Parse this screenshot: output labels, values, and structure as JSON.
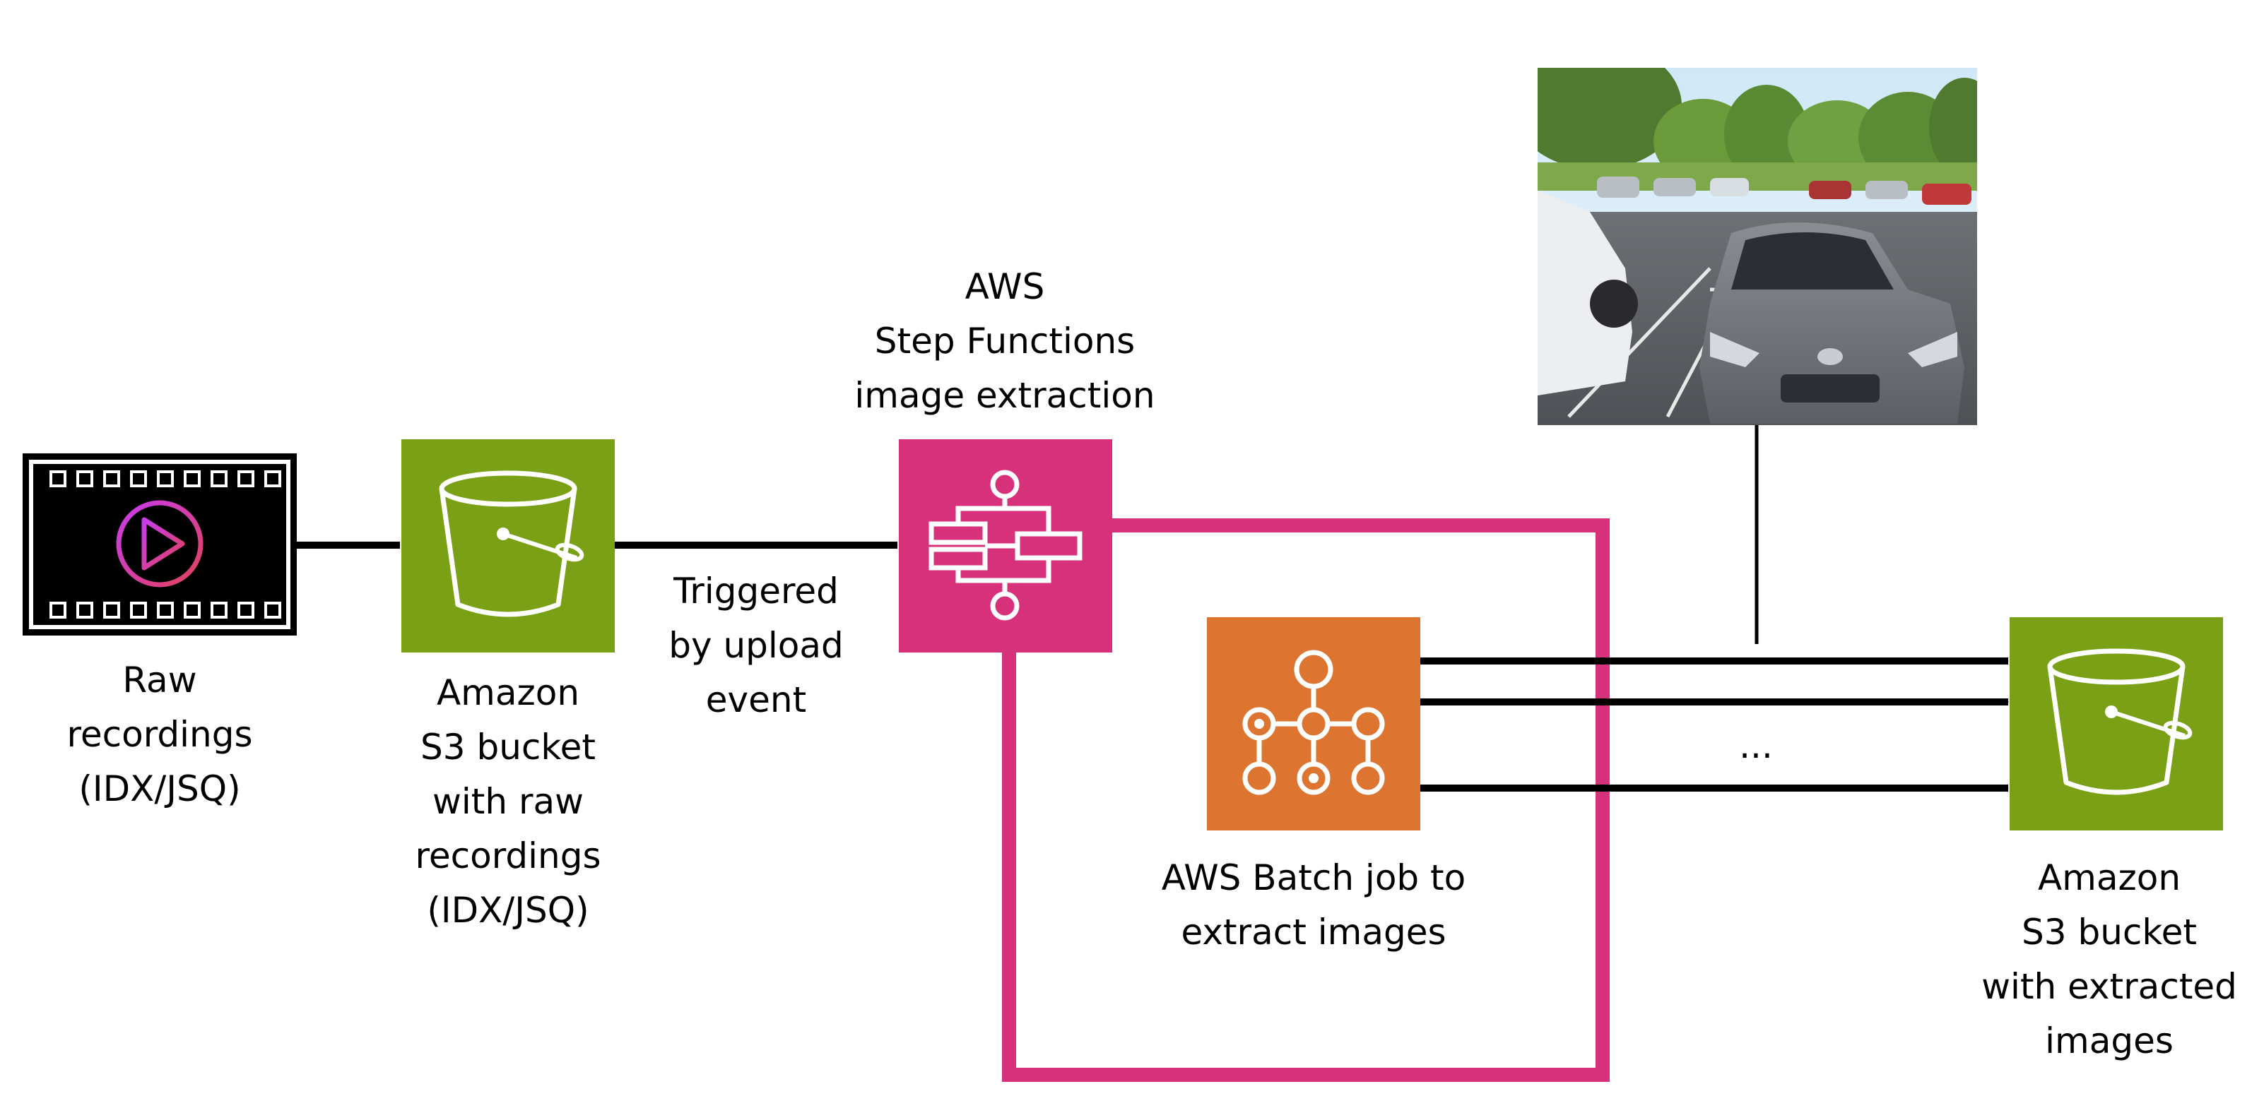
{
  "colors": {
    "s3": "#7AA116",
    "step_functions": "#D6317A",
    "batch": "#DD7530",
    "arrow": "#000000",
    "video_icon_circle_start": "#C93BEF",
    "video_icon_circle_end": "#E0425A"
  },
  "nodes": {
    "raw_recordings": {
      "icon": "video-film-strip-icon",
      "label_lines": [
        "Raw",
        "recordings",
        "(IDX/JSQ)"
      ]
    },
    "s3_raw": {
      "icon": "s3-bucket-icon",
      "label_lines": [
        "Amazon",
        "S3 bucket",
        "with raw",
        "recordings",
        "(IDX/JSQ)"
      ]
    },
    "trigger": {
      "label_lines": [
        "Triggered",
        "by upload",
        "event"
      ]
    },
    "step_functions": {
      "icon": "step-functions-icon",
      "label_lines": [
        "AWS",
        "Step Functions",
        "image extraction"
      ]
    },
    "batch": {
      "icon": "batch-icon",
      "label_lines": [
        "AWS Batch job to",
        "extract images"
      ]
    },
    "s3_extracted": {
      "icon": "s3-bucket-icon",
      "label_lines": [
        "Amazon",
        "S3 bucket",
        "with extracted",
        "images"
      ]
    },
    "ellipsis": "...",
    "sample_image": {
      "icon": "parking-lot-car-photo"
    }
  }
}
